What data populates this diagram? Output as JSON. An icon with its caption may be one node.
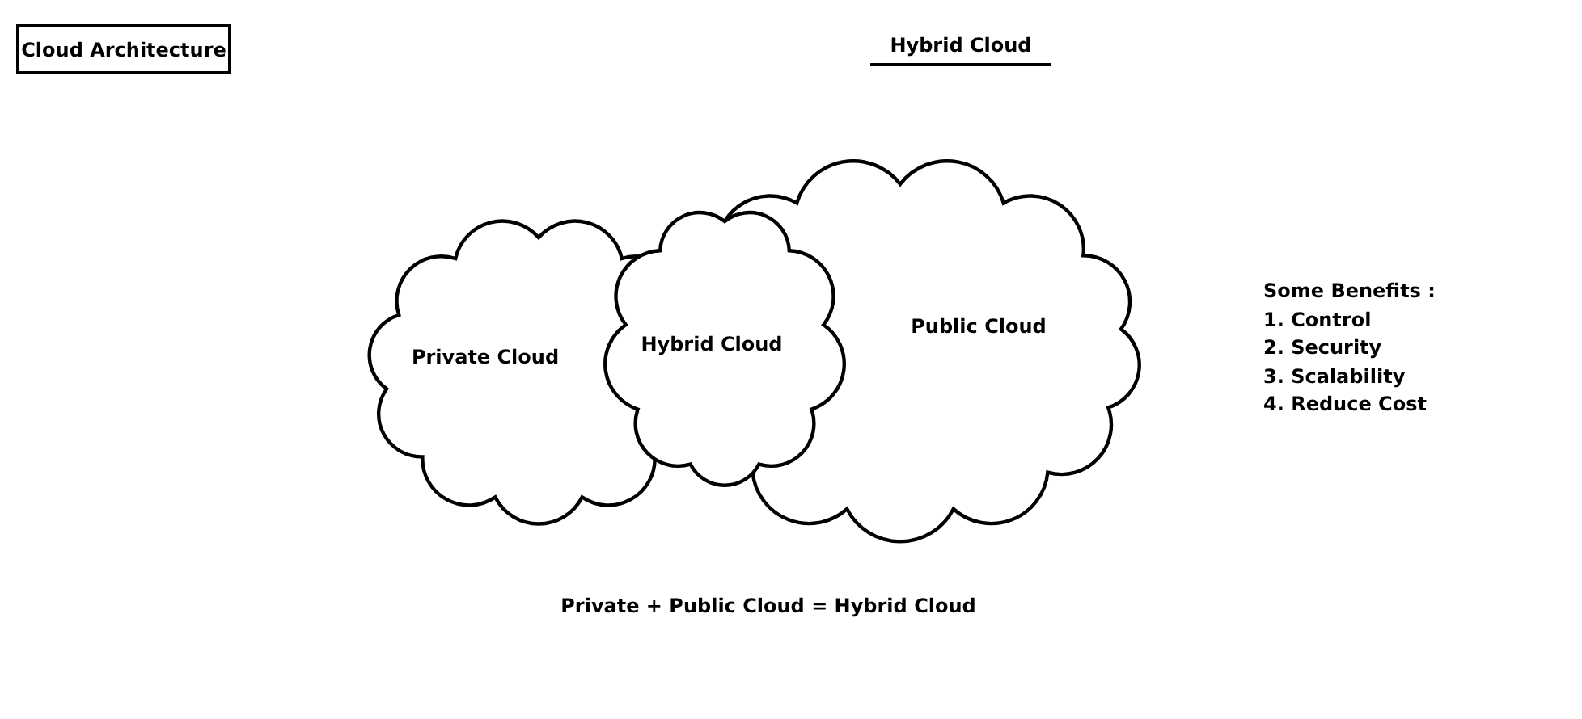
{
  "diagram": {
    "title": "Hybrid Cloud",
    "caption": "Private + Public Cloud = Hybrid Cloud",
    "nodes": [
      {
        "text": [
          "Cloud Architecture"
        ]
      },
      {
        "text": [
          "Public Cloud"
        ]
      },
      {
        "text": [
          "Private Cloud"
        ]
      },
      {
        "text": [
          "Hybrid Cloud"
        ]
      }
    ],
    "labels": [
      "Some Benefits :",
      "1. Control",
      "2. Security",
      "3. Scalability",
      "4. Reduce Cost"
    ]
  }
}
